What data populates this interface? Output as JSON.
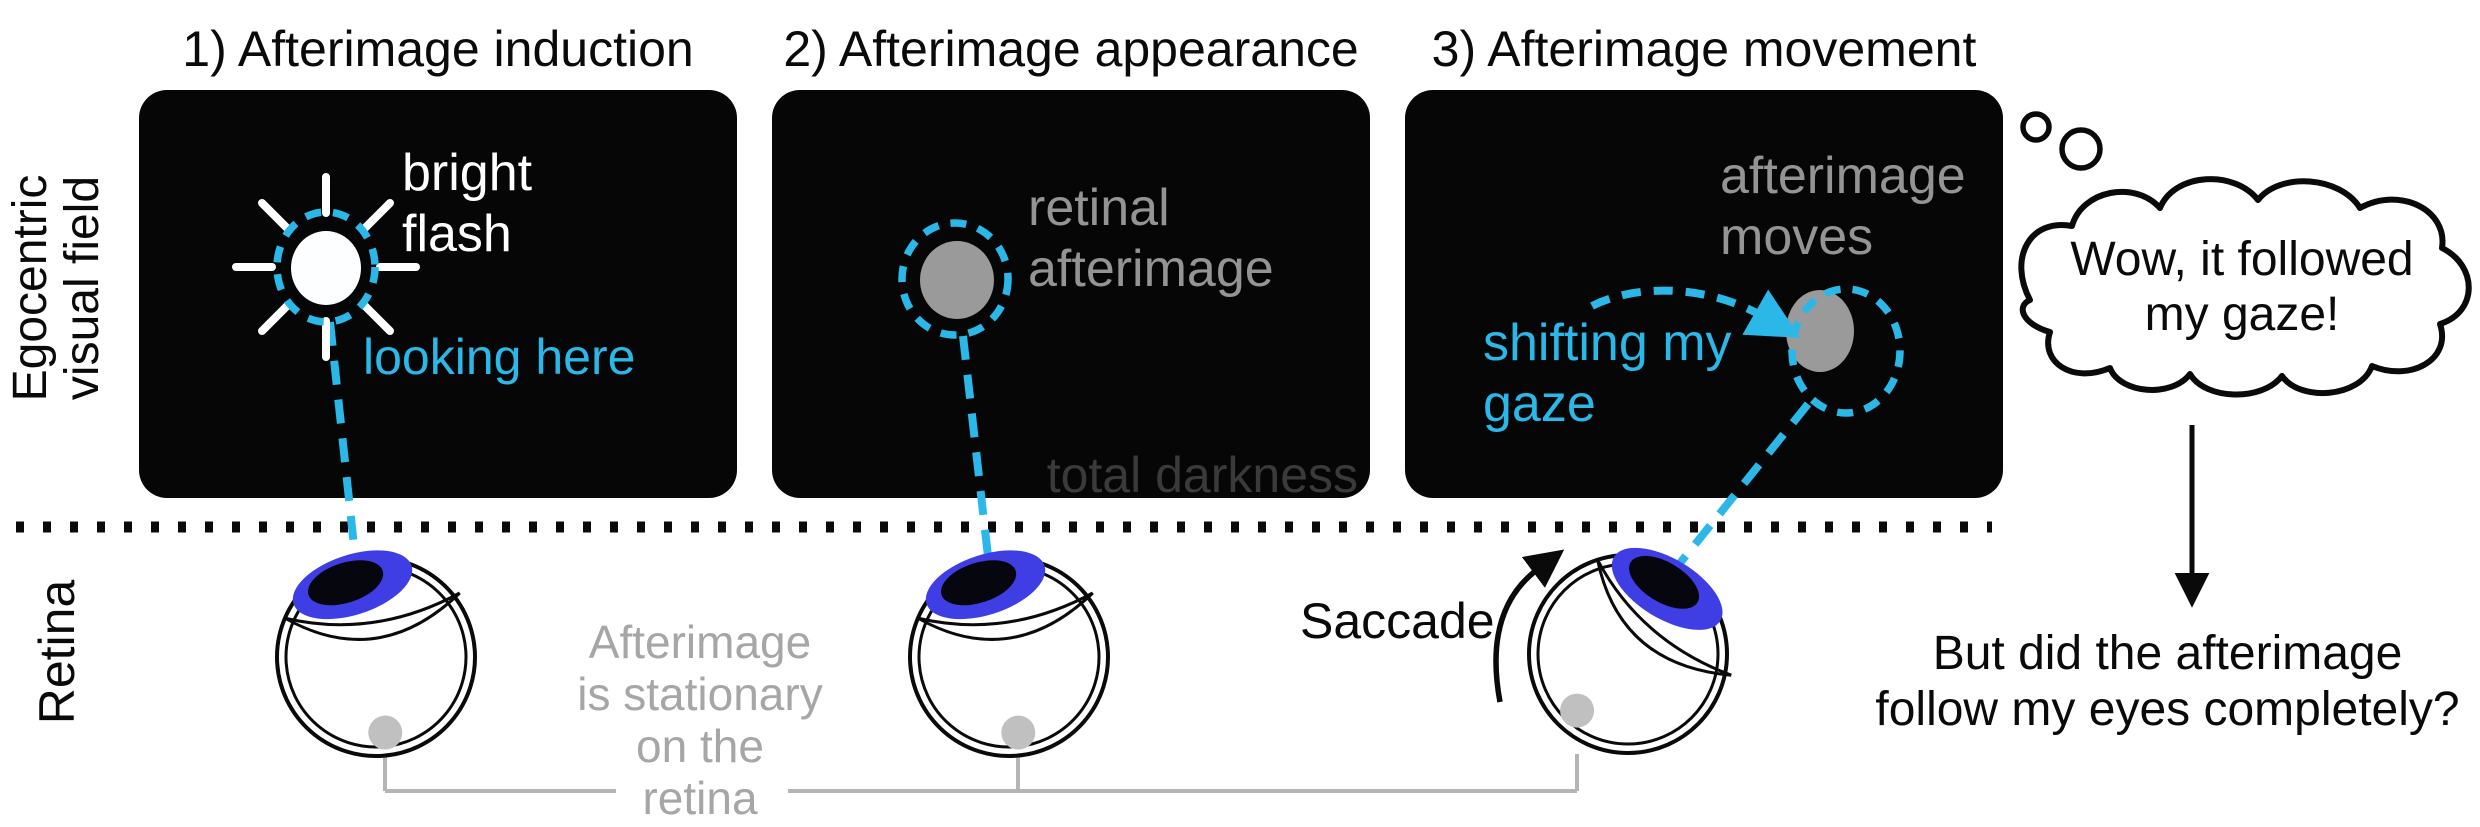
{
  "figure_title": "Afterimage gaze-following illustration",
  "colors": {
    "cyan": "#2bb8e8",
    "panel_bg": "#060606",
    "iris": "#3e3ee4",
    "pupil": "#06060f",
    "afterimage_gray": "#9a9a9a",
    "label_gray": "#949494",
    "faint_gray": "#3a3a3a",
    "caption_gray": "#a6a6a6",
    "connector_gray": "#b5b5b5",
    "spot_gray": "#c0c0c0",
    "ink": "#0a0a0a"
  },
  "row_labels": {
    "visual_field_line1": "Egocentric",
    "visual_field_line2": "visual field",
    "retina": "Retina"
  },
  "panels": [
    {
      "title": "1) Afterimage induction",
      "flash_label_line1": "bright",
      "flash_label_line2": "flash",
      "gaze_label": "looking here"
    },
    {
      "title": "2) Afterimage appearance",
      "afterimage_label_line1": "retinal",
      "afterimage_label_line2": "afterimage",
      "darkness_label": "total darkness"
    },
    {
      "title": "3) Afterimage movement",
      "afterimage_label_line1": "afterimage",
      "afterimage_label_line2": "moves",
      "gaze_label_line1": "shifting my",
      "gaze_label_line2": "gaze"
    }
  ],
  "retina_section": {
    "caption_line1": "Afterimage",
    "caption_line2": "is stationary",
    "caption_line3": "on the",
    "caption_line4": "retina",
    "saccade_label": "Saccade"
  },
  "thought": {
    "bubble_line1": "Wow, it followed",
    "bubble_line2": "my gaze!",
    "question_line1": "But did the afterimage",
    "question_line2": "follow my eyes completely?"
  }
}
